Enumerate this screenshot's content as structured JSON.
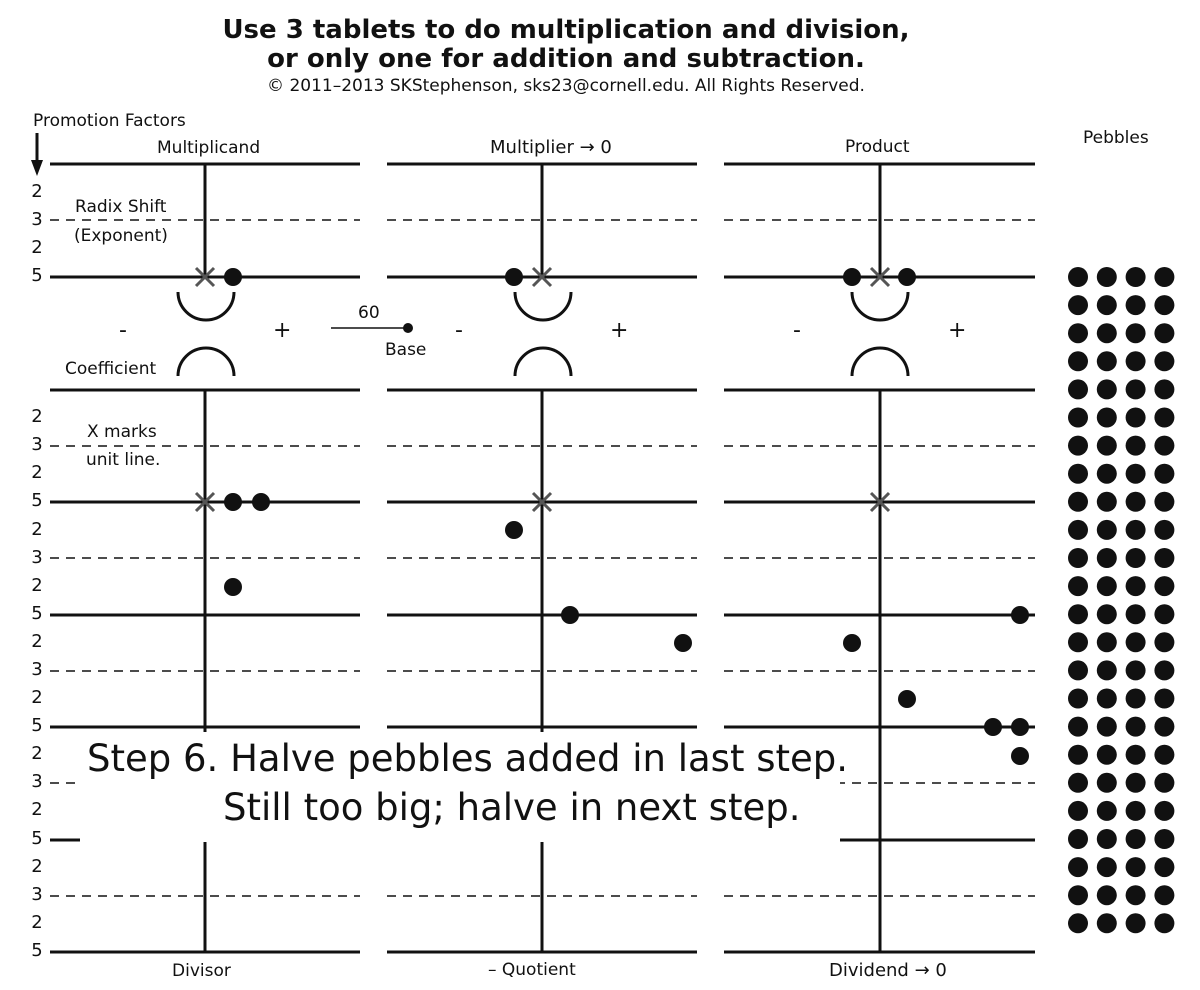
{
  "header": {
    "title_line1": "Use 3 tablets to do multiplication and division,",
    "title_line2": "or only one for addition and subtraction.",
    "copyright": "© 2011–2013 SKStephenson, sks23@cornell.edu. All Rights Reserved."
  },
  "labels": {
    "promotion_factors": "Promotion Factors",
    "pebbles": "Pebbles",
    "radix_shift": "Radix Shift",
    "exponent": "(Exponent)",
    "coefficient": "Coefficient",
    "x_marks": "X marks",
    "unit_line": "unit line.",
    "base_value": "60",
    "base": "Base",
    "minus": "-",
    "plus": "+"
  },
  "tablets": [
    {
      "top_label": "Multiplicand",
      "bottom_label": "Divisor"
    },
    {
      "top_label": "Multiplier → 0",
      "bottom_label": "– Quotient"
    },
    {
      "top_label": "Product",
      "bottom_label": "Dividend → 0"
    }
  ],
  "promotion_factors_exponent": [
    "2",
    "3",
    "2",
    "5"
  ],
  "promotion_factors_coefficient": [
    "2",
    "3",
    "2",
    "5",
    "2",
    "3",
    "2",
    "5",
    "2",
    "3",
    "2",
    "5",
    "2",
    "3",
    "2",
    "5"
  ],
  "caption": {
    "line1": "Step 6. Halve pebbles added in last step.",
    "line2": "Still too big; halve in next step."
  },
  "pebble_pool": {
    "rows": 24,
    "columns": 4
  },
  "colors": {
    "ink": "#111111",
    "mark": "#555555",
    "background": "#ffffff"
  }
}
